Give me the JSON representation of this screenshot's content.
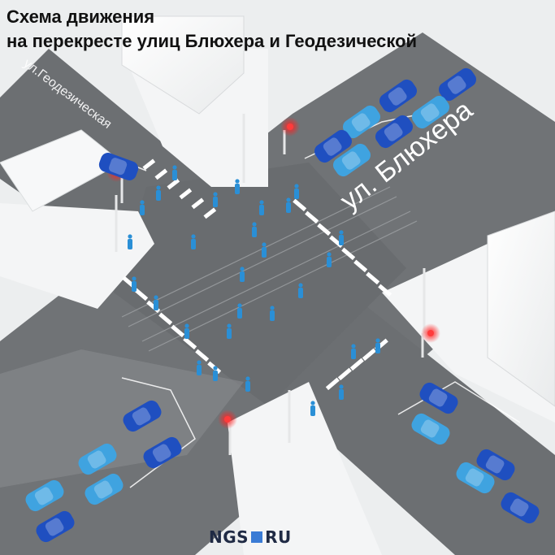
{
  "title": {
    "line1": "Схема движения",
    "line2": "на перекресте улиц Блюхера и Геодезической"
  },
  "streets": {
    "bluhera": "ул. Блюхера",
    "geodezicheskaya": "ул.Геодезическая"
  },
  "logo": {
    "left": "NGS",
    "right": "RU"
  },
  "colors": {
    "asphalt": "#6f7275",
    "sidewalk": "#f3f4f5",
    "building": "#fbfbfb",
    "car_dark": "#1f4fc0",
    "car_light": "#3fa3e0",
    "pedestrian": "#2a8fd6",
    "signal_red": "#ff2a2a"
  }
}
